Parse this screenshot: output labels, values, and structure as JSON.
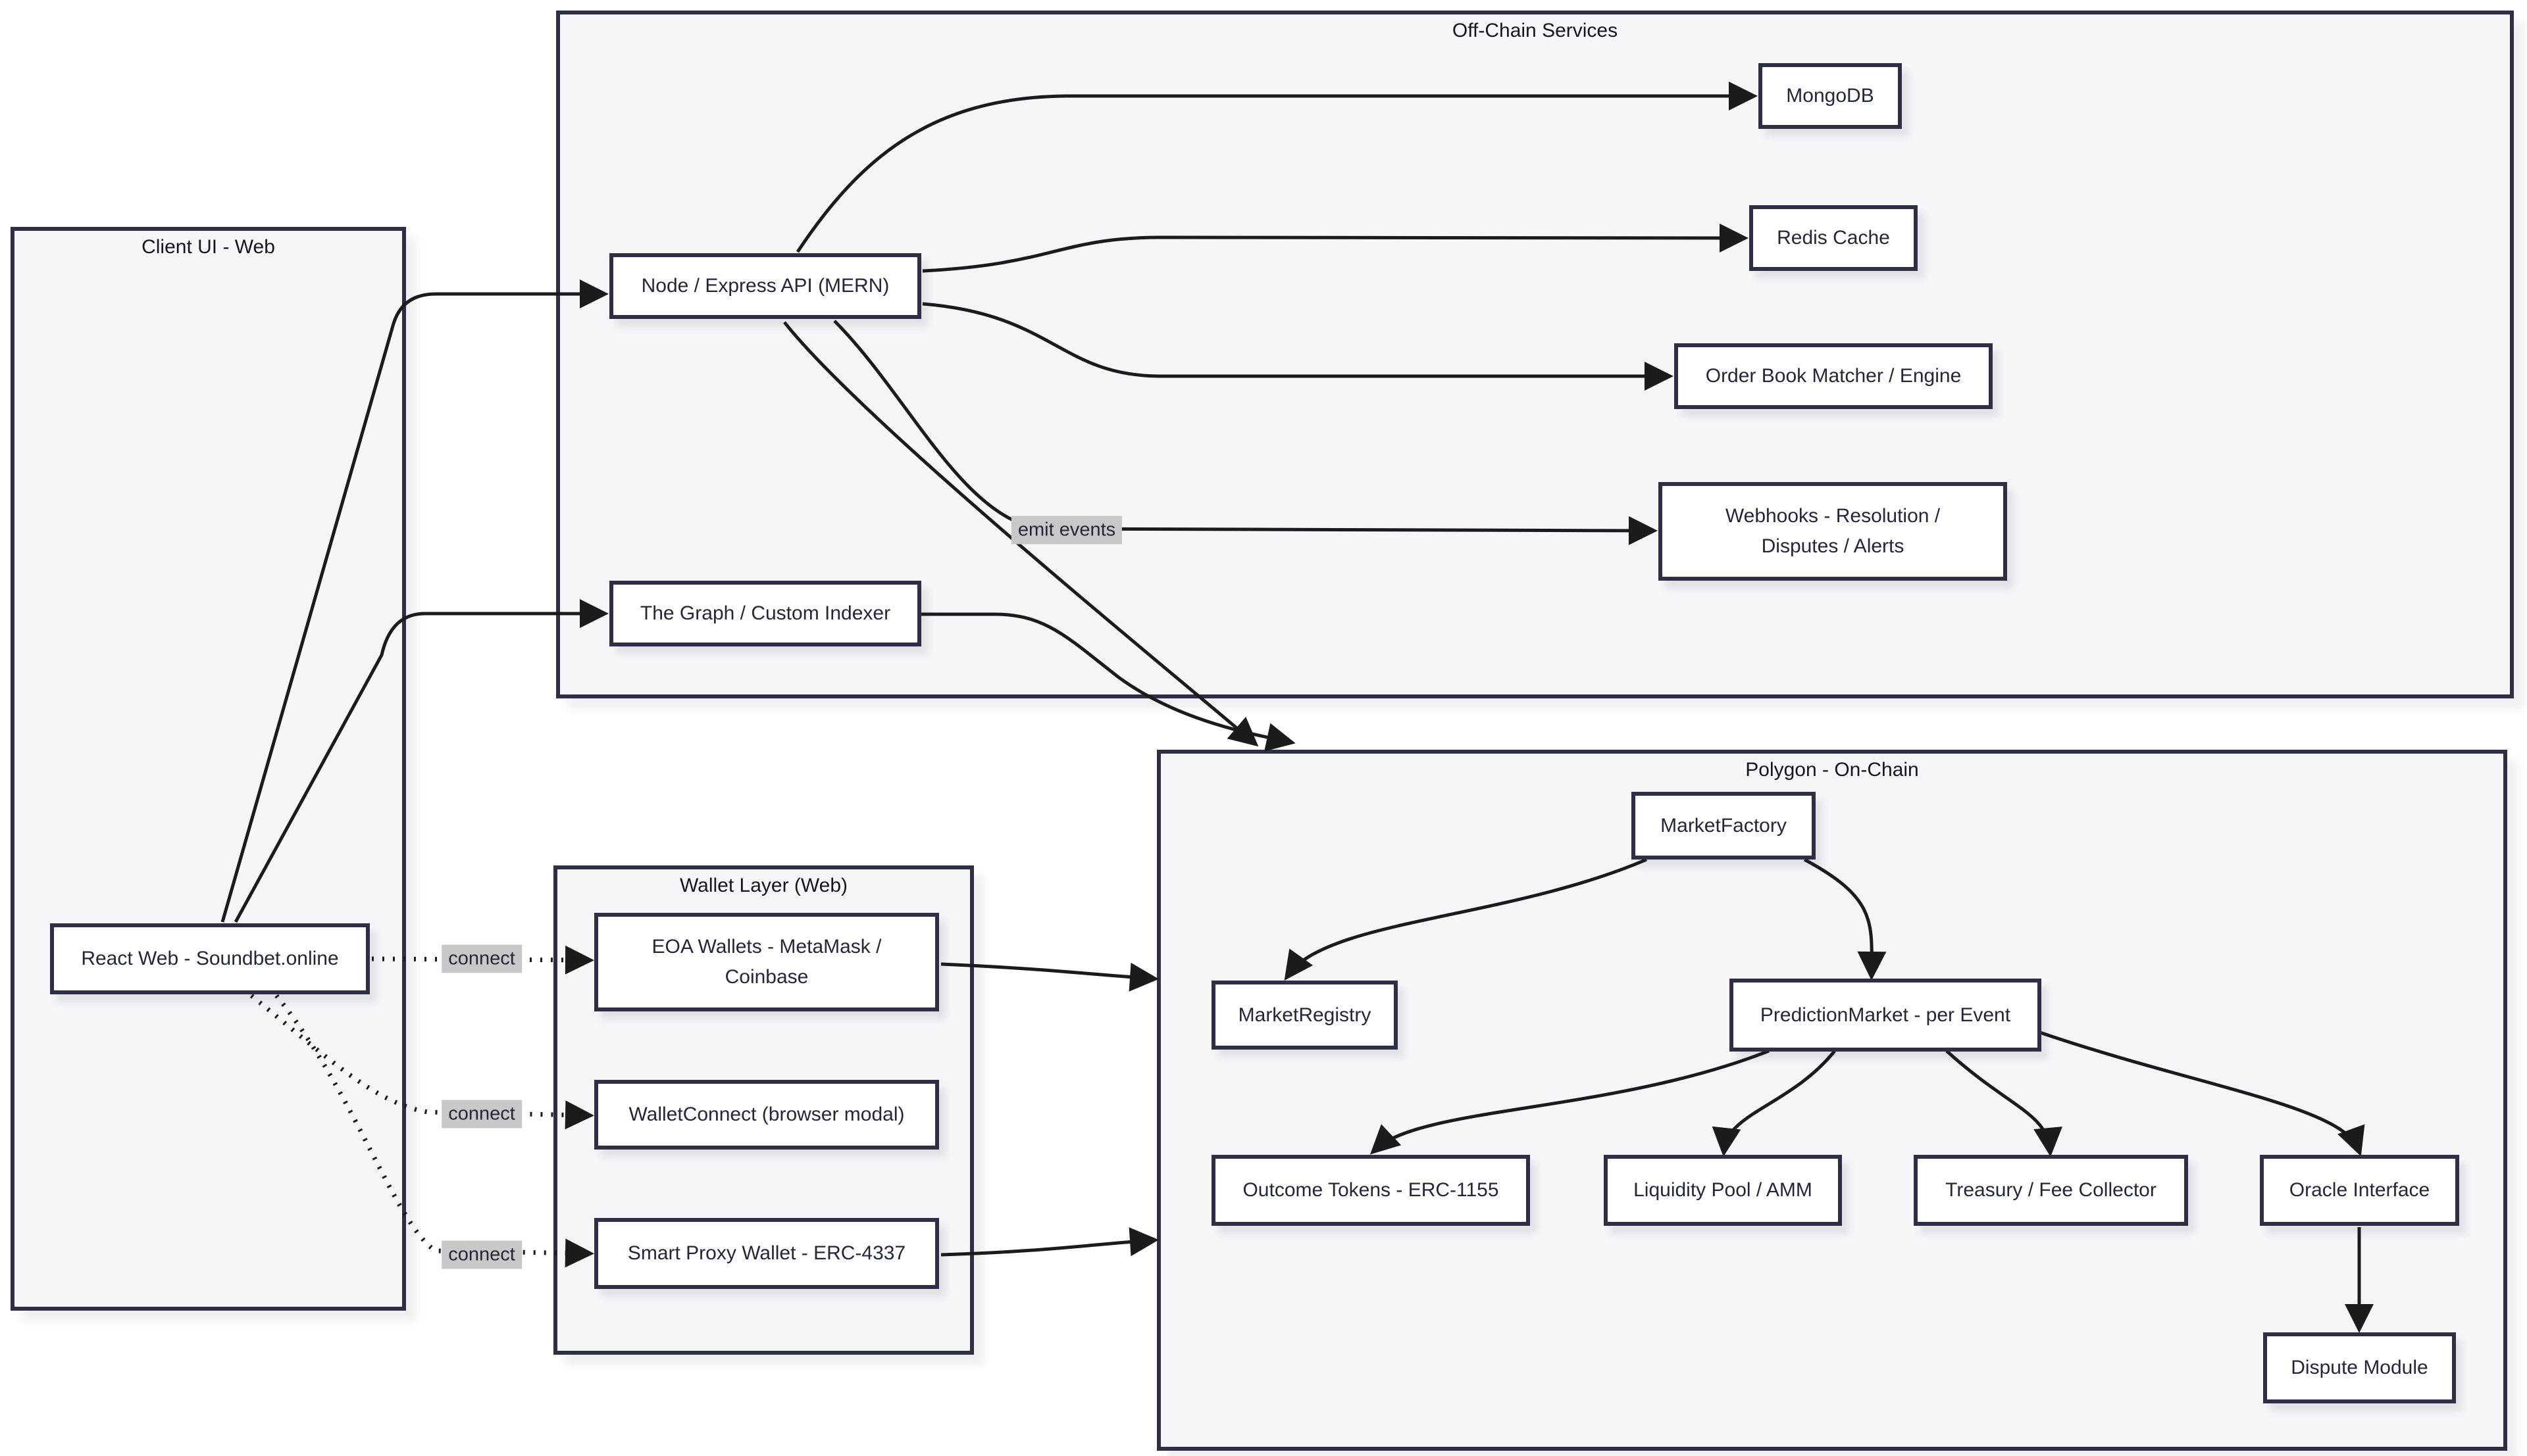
{
  "diagram": {
    "containers": {
      "off_chain": {
        "title": "Off-Chain Services"
      },
      "client": {
        "title": "Client UI - Web"
      },
      "wallet": {
        "title": "Wallet Layer (Web)"
      },
      "polygon": {
        "title": "Polygon - On-Chain"
      }
    },
    "nodes": {
      "node_api": {
        "label": "Node / Express API (MERN)"
      },
      "graph_indexer": {
        "label": "The Graph / Custom Indexer"
      },
      "mongodb": {
        "label": "MongoDB"
      },
      "redis": {
        "label": "Redis Cache"
      },
      "orderbook": {
        "label": "Order Book Matcher / Engine"
      },
      "webhooks": {
        "lines": [
          "Webhooks - Resolution /",
          "Disputes / Alerts"
        ]
      },
      "react_web": {
        "label": "React Web - Soundbet.online"
      },
      "eoa_wallets": {
        "lines": [
          "EOA Wallets - MetaMask /",
          "Coinbase"
        ]
      },
      "walletconnect": {
        "label": "WalletConnect (browser modal)"
      },
      "smart_proxy": {
        "label": "Smart Proxy Wallet - ERC-4337"
      },
      "market_factory": {
        "label": "MarketFactory"
      },
      "market_registry": {
        "label": "MarketRegistry"
      },
      "prediction_market": {
        "label": "PredictionMarket - per Event"
      },
      "outcome_tokens": {
        "label": "Outcome Tokens - ERC-1155"
      },
      "liquidity_pool": {
        "label": "Liquidity Pool / AMM"
      },
      "treasury": {
        "label": "Treasury / Fee Collector"
      },
      "oracle": {
        "label": "Oracle Interface"
      },
      "dispute": {
        "label": "Dispute Module"
      }
    },
    "edge_labels": {
      "emit_events": "emit events",
      "connect_eoa": "connect",
      "connect_wc": "connect",
      "connect_proxy": "connect"
    },
    "colors": {
      "container_fill": "#f6f6f9",
      "node_fill": "#ffffff",
      "border": "#2e2e44",
      "edge": "#1b1b1b",
      "edge_label_bg": "#c8c8c8",
      "text": "#26263a"
    }
  }
}
